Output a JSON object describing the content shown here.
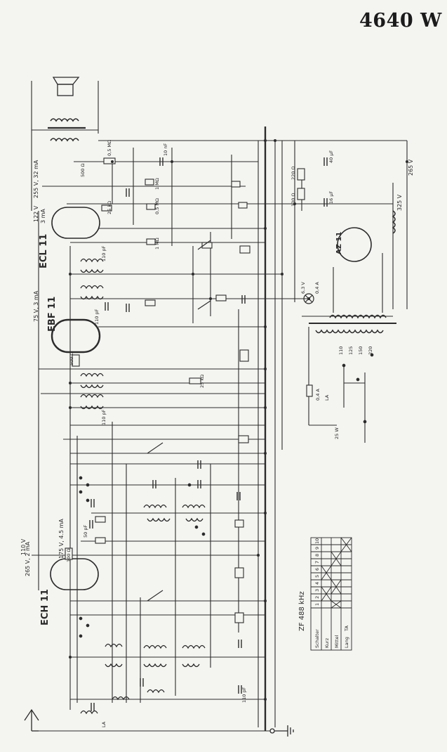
{
  "title": "4640 W",
  "tubes": {
    "ecl11": "ECL 11",
    "ebf11": "EBF 11",
    "ech11": "ECH 11",
    "az11": "AZ 11"
  },
  "voltages": {
    "v1": "255 V, 32 mA",
    "v2": "3 mA",
    "v3": "122 V",
    "v4": "75 V, 3 mA",
    "v5": "265 V, 2 mA",
    "v6": "175 V, 4.5 mA",
    "v7": "110 V",
    "v8": "265 V",
    "v9": "325 V"
  },
  "table": {
    "caption": "ZF 488 kHz",
    "header": [
      "Schalter",
      "1",
      "2",
      "3",
      "4",
      "5",
      "6",
      "7",
      "8",
      "9",
      "10"
    ],
    "rows": [
      "Kurz",
      "Mittel",
      "Lang",
      "TA"
    ]
  },
  "component_labels": {
    "c1": "10 nF",
    "c2": "50 pF",
    "c3": "110 pF",
    "c4": "500 Ω",
    "c5": "100 Ω",
    "c6": "25 kΩ",
    "c7": "1 MΩ",
    "c8": "0,5 MΩ",
    "c9": "40 µF",
    "c10": "16 µF",
    "c11": "220 Ω",
    "c12": "130 Ω",
    "c13": "6,3 V",
    "c14": "0,4 A",
    "c15": "25 W",
    "c16": "110",
    "c17": "125",
    "c18": "150",
    "c19": "220",
    "c20": "LA"
  },
  "colors": {
    "ink": "#2b2b2b",
    "paper": "#f4f4f1"
  }
}
